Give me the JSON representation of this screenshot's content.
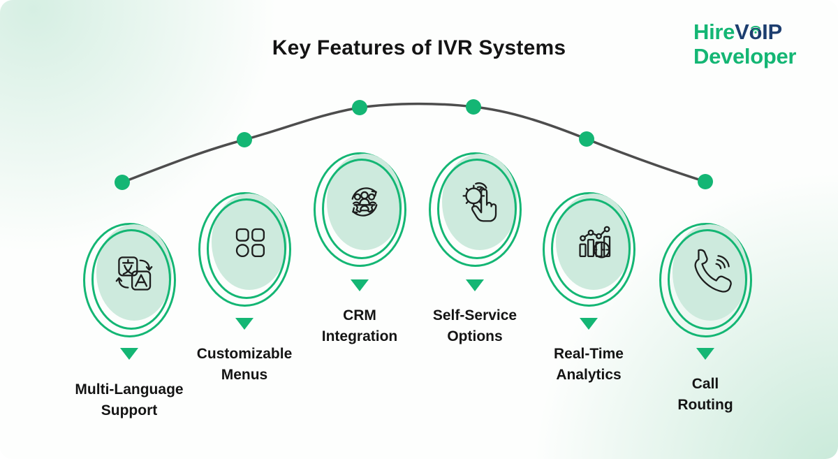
{
  "title": "Key Features of IVR Systems",
  "logo": {
    "hire": "Hire",
    "v": "V",
    "o": "o",
    "ip": "IP",
    "developer": "Developer",
    "wifi_icon": "wifi-signal-icon",
    "green": "#14b674",
    "navy": "#1d3e6f"
  },
  "colors": {
    "accent_green": "#14b674",
    "mint_fill": "#cdeadd",
    "curve_line": "#4d4d4d",
    "text": "#141414",
    "background": "#fdfefd"
  },
  "features": [
    {
      "label": "Multi-Language\nSupport",
      "icon": "translate-icon"
    },
    {
      "label": "Customizable\nMenus",
      "icon": "menu-grid-icon"
    },
    {
      "label": "CRM\nIntegration",
      "icon": "crm-integration-icon"
    },
    {
      "label": "Self-Service\nOptions",
      "icon": "self-service-icon"
    },
    {
      "label": "Real-Time\nAnalytics",
      "icon": "realtime-analytics-icon"
    },
    {
      "label": "Call\nRouting",
      "icon": "call-routing-icon"
    }
  ]
}
